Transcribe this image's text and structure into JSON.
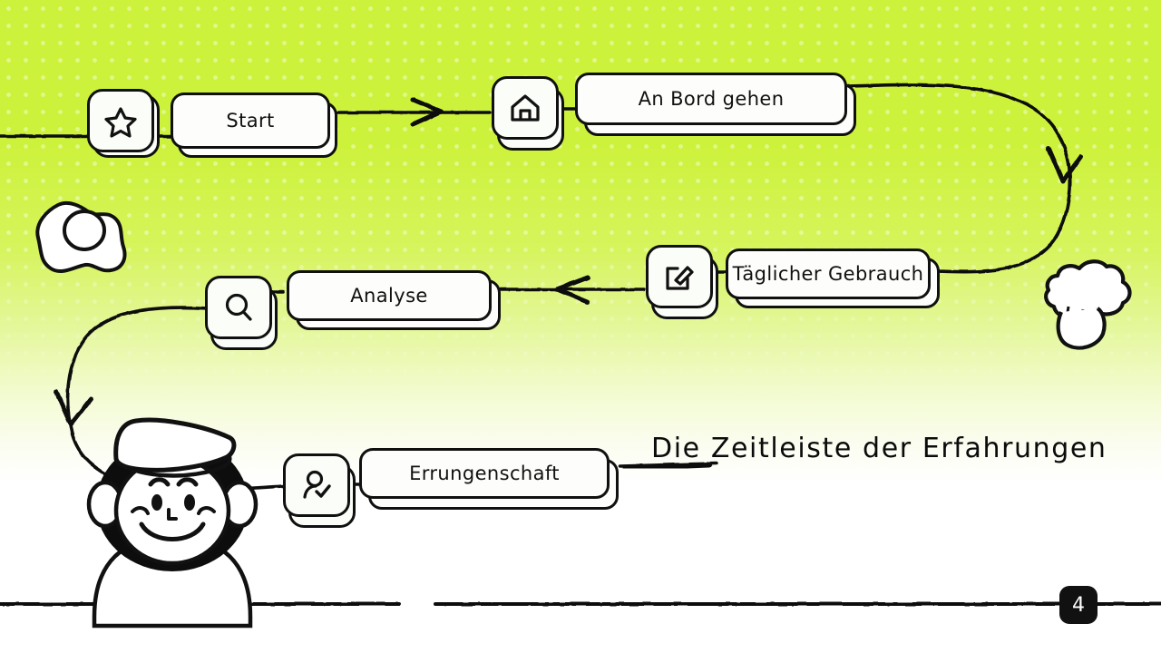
{
  "slide": {
    "title": "Die Zeitleiste der Erfahrungen",
    "page_number": "4",
    "background_color": "#cdf23b",
    "ink_color": "#111111",
    "card_color": "#fdfdfb"
  },
  "flow": {
    "nodes": [
      {
        "id": "start",
        "icon": "star-icon",
        "label": "Start"
      },
      {
        "id": "onboard",
        "icon": "home-icon",
        "label": "An Bord gehen"
      },
      {
        "id": "daily",
        "icon": "edit-square-icon",
        "label": "Täglicher Gebrauch"
      },
      {
        "id": "analysis",
        "icon": "search-icon",
        "label": "Analyse"
      },
      {
        "id": "achievement",
        "icon": "user-check-icon",
        "label": "Errungenschaft"
      }
    ]
  },
  "decorations": [
    {
      "id": "egg",
      "name": "fried-egg-illustration"
    },
    {
      "id": "broccoli",
      "name": "broccoli-illustration"
    },
    {
      "id": "chef",
      "name": "chef-character-illustration"
    }
  ],
  "connectors": [
    {
      "id": "c0",
      "name": "entry-line",
      "arrow": false
    },
    {
      "id": "c1",
      "name": "start-to-onboard-arrow",
      "arrow": true,
      "direction": "right"
    },
    {
      "id": "c2",
      "name": "onboard-to-daily-curve",
      "arrow": true,
      "direction": "down"
    },
    {
      "id": "c3",
      "name": "daily-to-analysis-arrow",
      "arrow": true,
      "direction": "left"
    },
    {
      "id": "c4",
      "name": "analysis-to-achievement-curve",
      "arrow": true,
      "direction": "down"
    },
    {
      "id": "c5",
      "name": "achievement-to-title-line",
      "arrow": false
    }
  ]
}
